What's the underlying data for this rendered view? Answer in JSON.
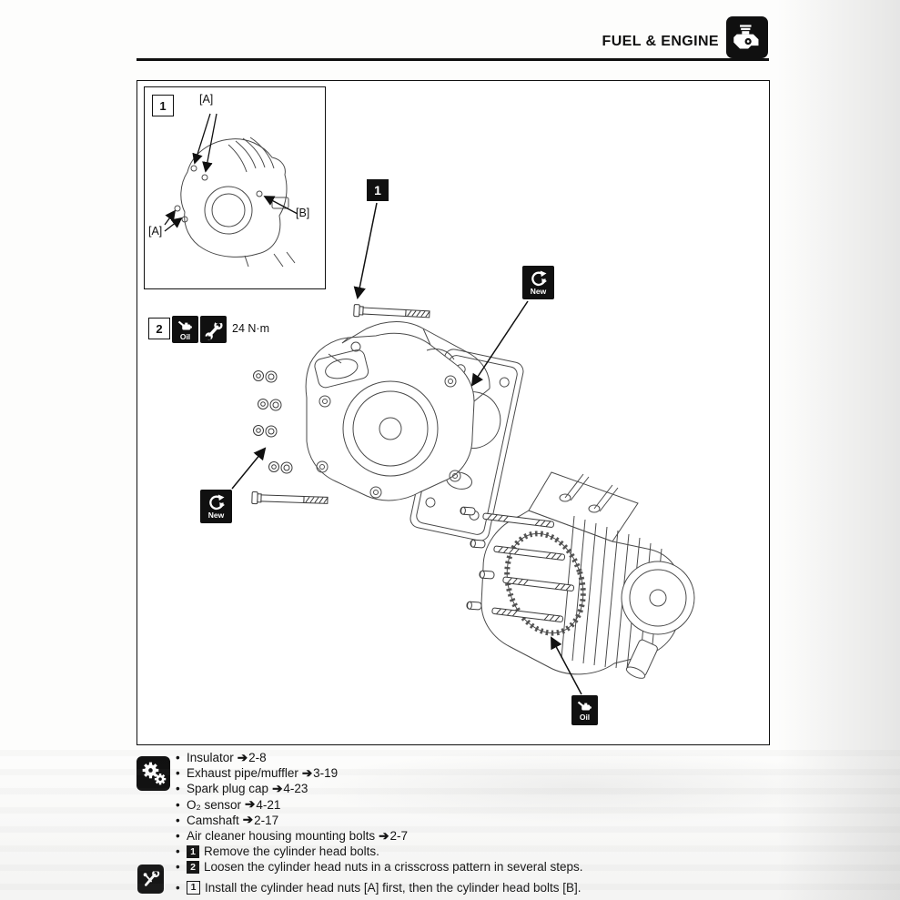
{
  "header": {
    "title": "FUEL & ENGINE"
  },
  "figure": {
    "inset": {
      "number": "1",
      "label_a_top": "[A]",
      "label_a_bottom": "[A]",
      "label_b": "[B]"
    },
    "callout_number": "1",
    "step": {
      "number": "2",
      "torque": "24 N·m"
    },
    "oil_label": "Oil",
    "new_label": "New"
  },
  "notes": {
    "bullet": "•",
    "arrow": "➔",
    "bullets": [
      {
        "text": "Insulator",
        "ref": "2-8"
      },
      {
        "text": "Exhaust pipe/muffler",
        "ref": "3-19"
      },
      {
        "text": "Spark plug cap",
        "ref": "4-23"
      },
      {
        "text": "O₂ sensor",
        "ref": "4-21"
      },
      {
        "text": "Camshaft",
        "ref": "2-17"
      },
      {
        "text": "Air cleaner housing mounting bolts",
        "ref": "2-7"
      }
    ],
    "steps": [
      {
        "num": "1",
        "text": "Remove the cylinder head bolts."
      },
      {
        "num": "2",
        "text": "Loosen the cylinder head nuts in a crisscross pattern in several steps."
      }
    ],
    "install": {
      "num": "1",
      "text": "Install the cylinder head nuts [A] first, then the cylinder head bolts [B]."
    }
  }
}
